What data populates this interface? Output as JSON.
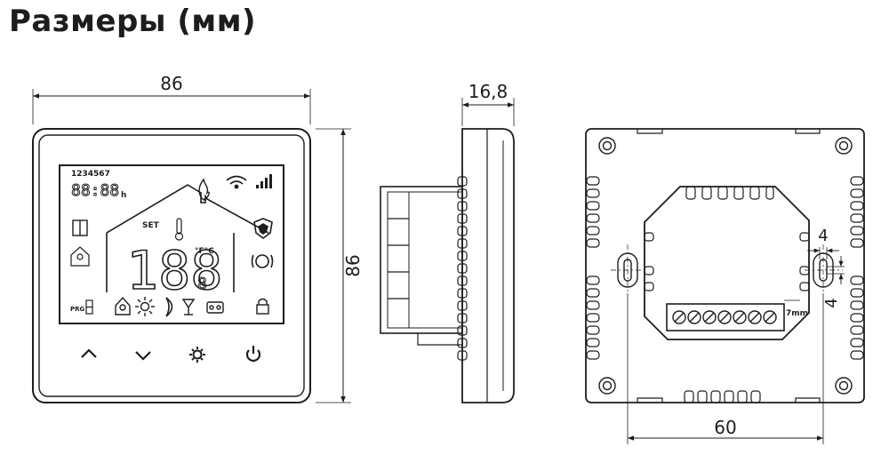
{
  "title": "Размеры (мм)",
  "front": {
    "width_label": "86",
    "height_label": "86",
    "lcd": {
      "days": "1234567",
      "clock": "88:88",
      "clock_unit": "h",
      "set_label": "SET",
      "main_digits": "188",
      "main_digit_small": "8",
      "temp_unit": "°F°C",
      "prg_label": "PRG"
    }
  },
  "side": {
    "depth_label": "16,8"
  },
  "back": {
    "width_label": "60",
    "slot_width_label": "4",
    "slot_height_label": "4",
    "strip_label": "7mm"
  }
}
